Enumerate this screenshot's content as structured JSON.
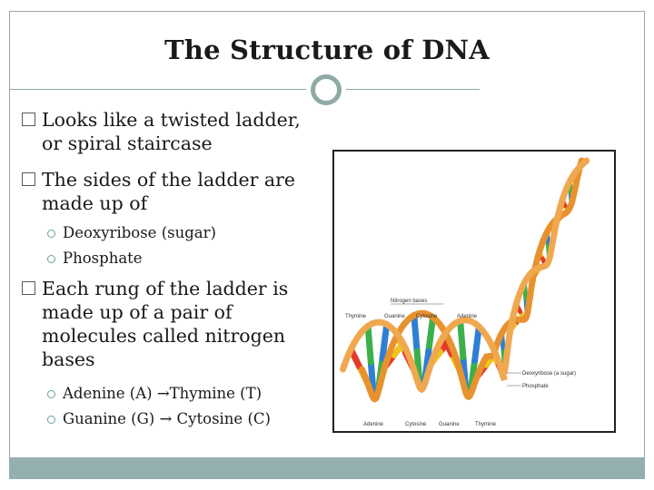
{
  "slide": {
    "title": "The Structure of DNA"
  },
  "bullets": [
    {
      "text": "Looks like a twisted ladder, or spiral staircase"
    },
    {
      "text": "The sides of the ladder are made up of",
      "sub": [
        "Deoxyribose (sugar)",
        "Phosphate"
      ]
    },
    {
      "text": "Each rung of the ladder is made  up of a pair of molecules called nitrogen bases",
      "sub": [
        "Adenine (A) →Thymine (T)",
        "Guanine (G) → Cytosine (C)"
      ]
    }
  ],
  "figure": {
    "top_label": "Nitrogen bases",
    "base_labels": [
      "Thymine",
      "Guanine",
      "Cytosine",
      "Adenine"
    ],
    "bottom_labels": [
      "Adenine",
      "Cytosine",
      "Guanine",
      "Thymine"
    ],
    "side_labels": [
      "Deoxyribose (a sugar)",
      "Phosphate"
    ],
    "colors": {
      "backbone": "#e8922f",
      "adenine": "#e33a2b",
      "thymine": "#f2c21d",
      "guanine": "#2e7fd4",
      "cytosine": "#3bb04a"
    }
  },
  "colors": {
    "accent": "#94b0ae",
    "title": "#1a1a1a"
  }
}
